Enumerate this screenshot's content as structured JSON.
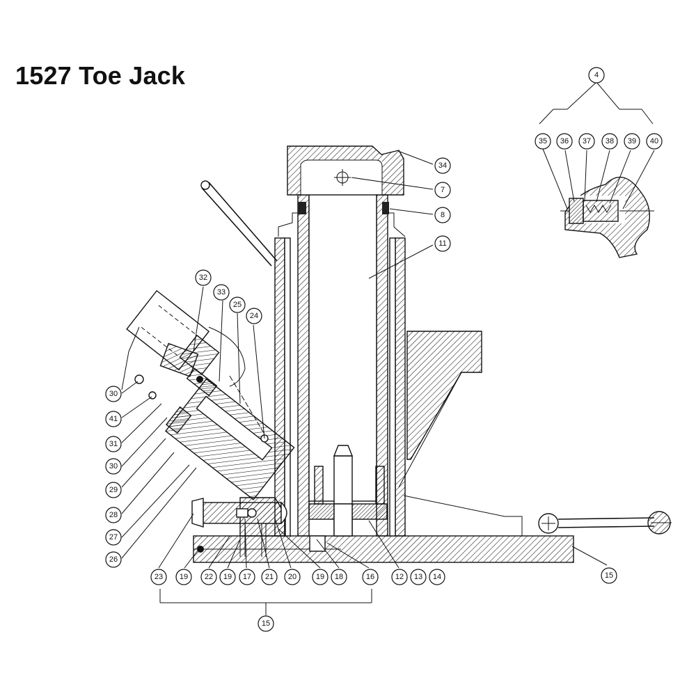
{
  "title": "1527 Toe Jack",
  "callouts": [
    {
      "n": "4"
    },
    {
      "n": "35"
    },
    {
      "n": "36"
    },
    {
      "n": "37"
    },
    {
      "n": "38"
    },
    {
      "n": "39"
    },
    {
      "n": "40"
    },
    {
      "n": "34"
    },
    {
      "n": "7"
    },
    {
      "n": "8"
    },
    {
      "n": "11"
    },
    {
      "n": "32"
    },
    {
      "n": "33"
    },
    {
      "n": "25"
    },
    {
      "n": "24"
    },
    {
      "n": "30"
    },
    {
      "n": "41"
    },
    {
      "n": "31"
    },
    {
      "n": "30"
    },
    {
      "n": "29"
    },
    {
      "n": "28"
    },
    {
      "n": "27"
    },
    {
      "n": "26"
    },
    {
      "n": "23"
    },
    {
      "n": "19"
    },
    {
      "n": "22"
    },
    {
      "n": "19"
    },
    {
      "n": "17"
    },
    {
      "n": "21"
    },
    {
      "n": "20"
    },
    {
      "n": "19"
    },
    {
      "n": "18"
    },
    {
      "n": "16"
    },
    {
      "n": "12"
    },
    {
      "n": "13"
    },
    {
      "n": "14"
    },
    {
      "n": "15"
    },
    {
      "n": "15"
    }
  ]
}
